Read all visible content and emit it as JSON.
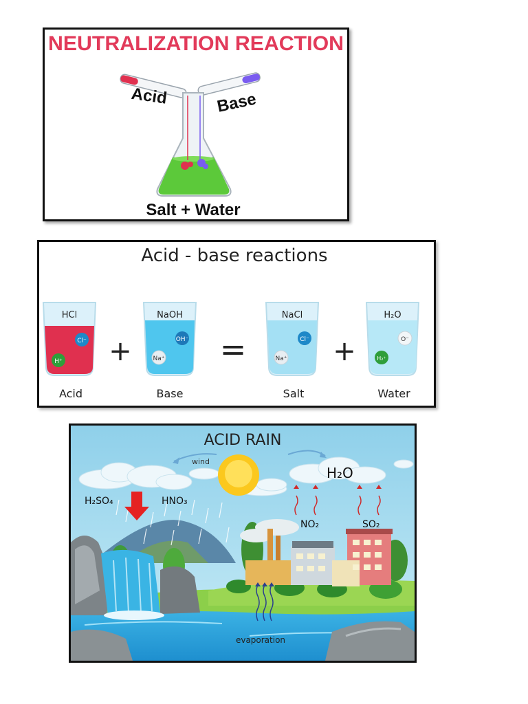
{
  "colors": {
    "title_red": "#e23a5a",
    "acid_red": "#e0304f",
    "base_blue": "#4fc6ee",
    "flask_green": "#5cc93a",
    "sky_blue": "#9fd7ec",
    "arrow_red": "#e52222"
  },
  "neutralization": {
    "title": "NEUTRALIZATION REACTION",
    "acid_label": "Acid",
    "base_label": "Base",
    "result_label": "Salt + Water"
  },
  "acid_base": {
    "title": "Acid - base reactions",
    "plus_sign": "+",
    "equals_sign": "=",
    "beakers": [
      {
        "formula": "HCl",
        "caption": "Acid",
        "ion1": "Cl⁻",
        "ion2": "H⁺"
      },
      {
        "formula": "NaOH",
        "caption": "Base",
        "ion1": "OH⁻",
        "ion2": "Na⁺"
      },
      {
        "formula": "NaCl",
        "caption": "Salt",
        "ion1": "Cl⁻",
        "ion2": "Na⁺"
      },
      {
        "formula": "H₂O",
        "caption": "Water",
        "ion1": "O⁻",
        "ion2": "H₂⁺"
      }
    ]
  },
  "acid_rain": {
    "title": "ACID RAIN",
    "wind": "wind",
    "h2so4": "H₂SO₄",
    "hno3": "HNO₃",
    "h2o": "H₂O",
    "no2": "NO₂",
    "so2": "SO₂",
    "evaporation": "evaporation"
  }
}
